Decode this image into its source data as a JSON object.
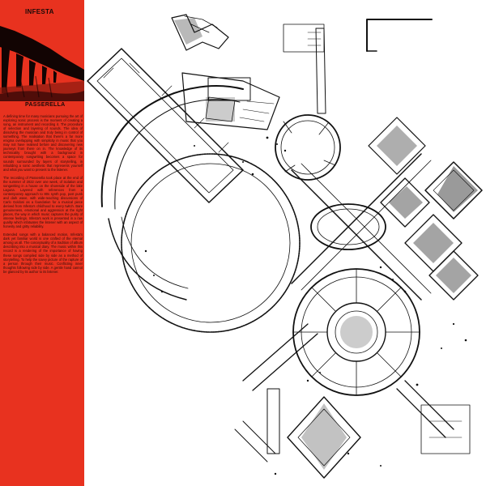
{
  "cover": {
    "artist": "INFESTA",
    "album": "PASSERELLA",
    "paragraphs": [
      "A defining time for many musicians pursuing the art of exploring sonic process is the moment of creating a song, an instrument and recording it. The procedure of selection and layering of sounds. The idea of dissolving the musician and truly being in control of something. The realisation that there's a far more enigma overlapping with simplicity in music that you may not have realised before and discovering new journeys from there on in. The knowledge of its technicality brought with a background in contemporary songwriting becomes a space for sounds surrounded by layers of storytelling, in rebuilding a sonic aesthetic that represents yourself and what you want to present to the listener.",
      "The recording of Passerella took place at the end of the summer of 2022 over one week, of isolation and songwriting in a house on the shoreside of the lake Laguna. Layered with references from a contemporary approach to 80s synth pop, post punk and dark wave, with wide-reaching discussions of Carlo Goldoni as a foundation for a musical piece derived from Infesta's childhood to every twitch. Bare genuineness, emotional and aggression at the right places, the way in which music captures the purity of intense feelings. Infesta's work is presented in a raw quality which infatuates the listener with an aspect of honesty and gritty reliability.",
      "Extended songs with a balanced motion, Infesta's dark yet familiar world is one crafted of the eternal among us all. The conceptuality of a tradition of album describing into a musical diary. The music within this record is a rendering of the importance of having these songs compiled side by side as a method of storytelling. To help the savvy picture of the rapture of a person through their music. Conflicting inner thoughts following side by side. A gentle hand cannot be glanced by its author to its listener."
    ]
  },
  "colors": {
    "sidebar": "#e8321f",
    "ink": "#1a0a08",
    "background": "#ffffff"
  }
}
